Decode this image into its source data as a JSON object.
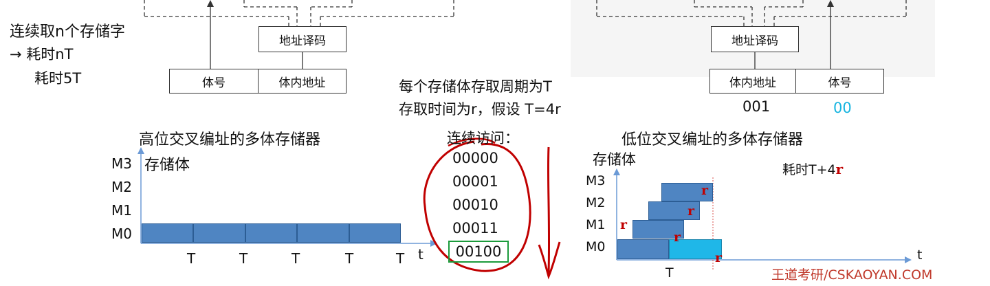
{
  "top_left": {
    "line1": "连续取n个存储字",
    "line2": "→ 耗时nT",
    "line3": "耗时5T"
  },
  "left_diagram": {
    "decoder_label": "地址译码",
    "field1": "体号",
    "field2": "体内地址"
  },
  "right_diagram": {
    "decoder_label": "地址译码",
    "field1": "体内地址",
    "field2": "体号",
    "field1_value": "001",
    "field2_value": "00"
  },
  "middle_notes": {
    "line1": "每个存储体存取周期为T",
    "line2": "存取时间为r，假设 T=4r"
  },
  "high_order": {
    "title": "高位交叉编址的多体存储器",
    "ylabel": "存储体",
    "modules": [
      "M3",
      "M2",
      "M1",
      "M0"
    ],
    "t_label": "t",
    "tick_label": "T",
    "block_count": 5
  },
  "sequence": {
    "title": "连续访问：",
    "addresses": [
      "00000",
      "00001",
      "00010",
      "00011",
      "00100"
    ],
    "highlighted_index": 4
  },
  "low_order": {
    "title": "低位交叉编址的多体存储器",
    "ylabel": "存储体",
    "modules": [
      "M3",
      "M2",
      "M1",
      "M0"
    ],
    "t_label": "t",
    "tick_label": "T",
    "time_note": "耗时T+4",
    "time_note_r": "r",
    "r_mark": "r"
  },
  "colors": {
    "block_blue": "#4f85c2",
    "block_light_blue": "#1fb7e8",
    "axis": "#6b9ad6",
    "red": "#c00000",
    "green": "#1a9a3a",
    "cyan_text": "#18b5e0"
  },
  "watermark": "王道考研/CSKAOYAN.COM"
}
